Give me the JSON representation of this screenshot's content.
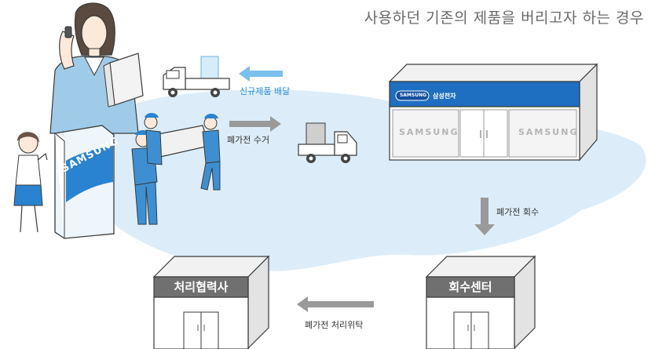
{
  "title": "사용하던 기존의 제품을 버리고자 하는 경우",
  "steps": {
    "delivery": "신규제품 배달",
    "pickup": "폐가전 수거",
    "recovery": "폐가전 회수",
    "consignment": "폐가전 처리위탁"
  },
  "store": {
    "logo": "SAMSUNG",
    "name": "삼성전자",
    "facade_left": "SAMSUNG",
    "facade_right": "SAMSUNG"
  },
  "buildings": {
    "partner": "처리협력사",
    "center": "회수센터"
  },
  "fridge_brand": "SAMSUNG",
  "colors": {
    "accent_blue": "#2a8fd8",
    "store_blue": "#1e6fc1",
    "sign_gray": "#707070",
    "arrow_gray": "#9a9a9a",
    "cloud_blue": "#d9ecf9"
  }
}
